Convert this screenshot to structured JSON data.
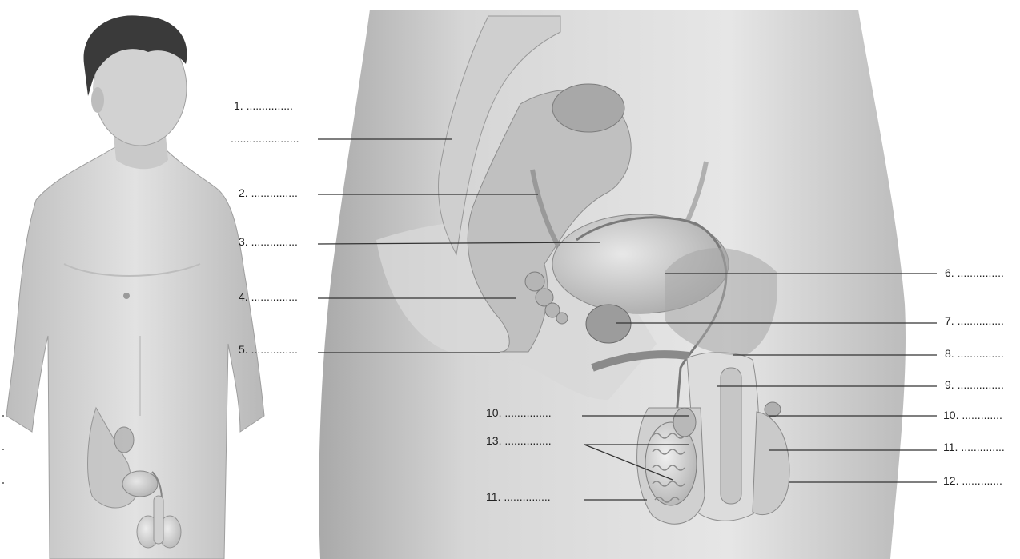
{
  "labels": {
    "l1a": "1. ...............",
    "l1b": "......................",
    "l2": "2. ...............",
    "l3": "3. ...............",
    "l4": "4. ...............",
    "l5": "5. ...............",
    "l6": "6. ...............",
    "l7": "7. ...............",
    "l8": "8. ...............",
    "l9": "9. ...............",
    "l10_left": "10. ...............",
    "l10_right": "10. .............",
    "l11_left": "11. ...............",
    "l11_right": "11. ..............",
    "l12": "12. .............",
    "l13": "13. ..............."
  },
  "colors": {
    "background": "#ffffff",
    "skin_light": "#e4e4e4",
    "skin_mid": "#c8c8c8",
    "skin_dark": "#9a9a9a",
    "hair": "#3a3a3a",
    "leader_line": "#333333"
  }
}
